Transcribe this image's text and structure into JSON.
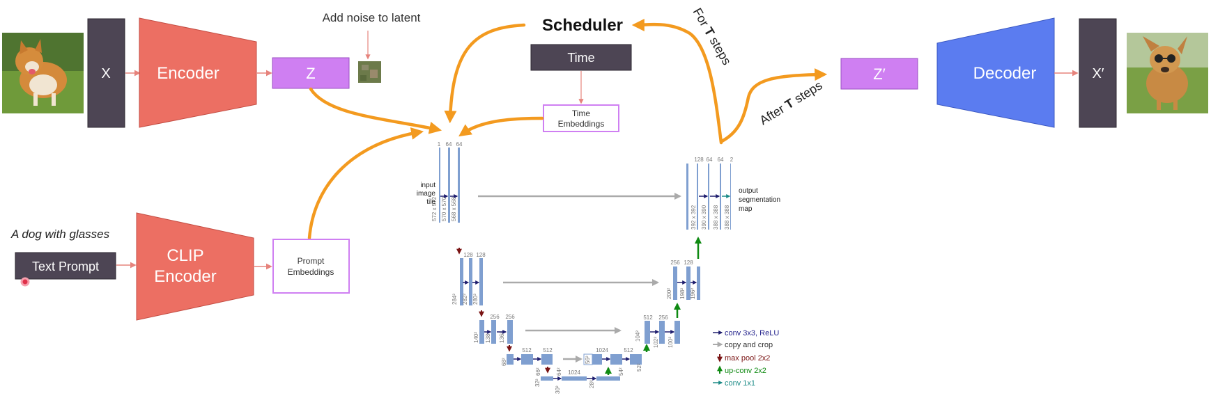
{
  "colors": {
    "orange": "#f39a1f",
    "encoder": "#ec6f63",
    "latent": "#cf7ff2",
    "decoder": "#5b7cf0",
    "dark_box": "#4d4554",
    "unet_bar": "#7f9fd0",
    "conv_arrow": "#1f1e6e",
    "copy_arrow": "#aaaaaa",
    "maxpool_arrow": "#7a1414",
    "upconv_arrow": "#0f8a12",
    "conv1x1_arrow": "#1a8a86",
    "pink_arrow": "#e6837c"
  },
  "pipeline": {
    "x_label": "X",
    "encoder_label": "Encoder",
    "z_label": "Z",
    "noise_label": "Add noise to latent",
    "scheduler_label": "Scheduler",
    "time_label": "Time",
    "time_embeddings_line1": "Time",
    "time_embeddings_line2": "Embeddings",
    "for_steps_prefix": "For ",
    "for_steps_t": "T",
    "for_steps_suffix": " steps",
    "after_steps_prefix": "After ",
    "after_steps_t": "T",
    "after_steps_suffix": " steps",
    "zprime_label": "Z′",
    "decoder_label": "Decoder",
    "xprime_label": "X′",
    "prompt_text": "A dog with glasses",
    "text_prompt_label": "Text Prompt",
    "clip_line1": "CLIP",
    "clip_line2": "Encoder",
    "prompt_emb_line1": "Prompt",
    "prompt_emb_line2": "Embeddings"
  },
  "unet": {
    "input_label_1": "input",
    "input_label_2": "image",
    "input_label_3": "tile",
    "output_label_1": "output",
    "output_label_2": "segmentation",
    "output_label_3": "map",
    "ch_1": "1",
    "ch_64a": "64",
    "ch_64b": "64",
    "sz_572": "572 x 572",
    "sz_570": "570 x 570",
    "sz_568": "568 x 568",
    "ch_128a": "128",
    "ch_128b": "128",
    "sz_284": "284²",
    "sz_282": "282²",
    "sz_280": "280²",
    "ch_256a": "256",
    "ch_256b": "256",
    "sz_140": "140²",
    "sz_138": "138²",
    "sz_136": "136²",
    "ch_512a": "512",
    "ch_512b": "512",
    "sz_68": "68²",
    "sz_66": "66²",
    "sz_64": "64²",
    "ch_1024a": "1024",
    "sz_32": "32²",
    "sz_30": "30²",
    "sz_28": "28²",
    "ch_1024b": "1024",
    "ch_512c": "512",
    "sz_56": "56²",
    "sz_54": "54²",
    "sz_52": "52²",
    "ch_512d": "512",
    "ch_256c": "256",
    "sz_104": "104²",
    "sz_102": "102²",
    "sz_100": "100²",
    "ch_256d": "256",
    "ch_128c": "128",
    "sz_200": "200²",
    "sz_198": "198²",
    "sz_196": "196²",
    "ch_128d": "128",
    "ch_64c": "64",
    "ch_64d": "64",
    "ch_2": "2",
    "sz_392": "392 x 392",
    "sz_390": "390 x 390",
    "sz_388a": "388 x 388",
    "sz_388b": "388 x 388"
  },
  "legend": {
    "conv": "conv 3x3, ReLU",
    "copy": "copy and crop",
    "maxpool": "max pool 2x2",
    "upconv": "up-conv 2x2",
    "conv1x1": "conv 1x1"
  }
}
